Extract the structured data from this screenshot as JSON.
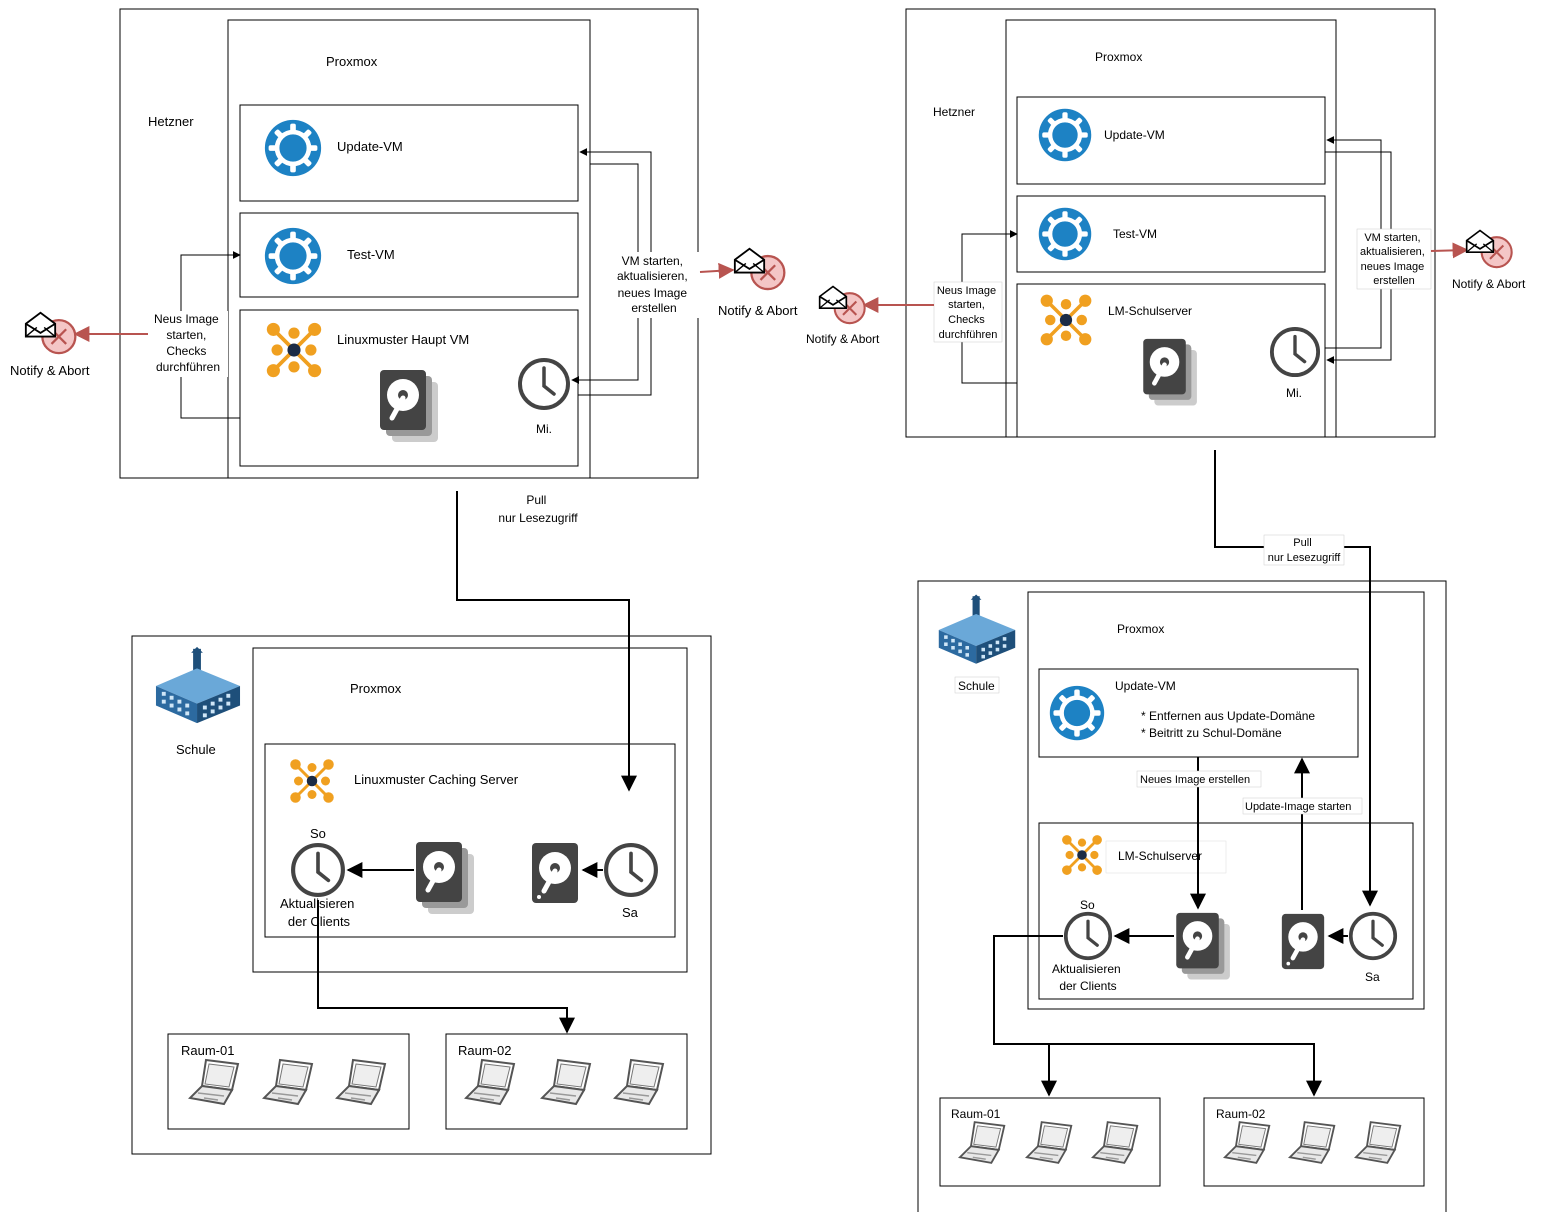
{
  "left": {
    "hetzner": "Hetzner",
    "proxmox": "Proxmox",
    "update_vm": "Update-VM",
    "test_vm": "Test-VM",
    "main_vm": "Linuxmuster Haupt VM",
    "clock_label": "Mi.",
    "vm_start_label": [
      "VM starten,",
      "aktualisieren,",
      "neues Image",
      "erstellen"
    ],
    "checks_label": [
      "Neus Image",
      "starten,",
      "Checks",
      "durchführen"
    ],
    "notify_left": "Notify & Abort",
    "notify_mid": "Notify & Abort",
    "pull_label": [
      "Pull",
      "nur Lesezugriff"
    ],
    "school": "Schule",
    "school_proxmox": "Proxmox",
    "caching_server": "Linuxmuster Caching Server",
    "so": "So",
    "sa": "Sa",
    "update_clients": [
      "Aktualisieren",
      "der Clients"
    ],
    "room1": "Raum-01",
    "room2": "Raum-02"
  },
  "right": {
    "hetzner": "Hetzner",
    "proxmox": "Proxmox",
    "update_vm": "Update-VM",
    "test_vm": "Test-VM",
    "main_vm": "LM-Schulserver",
    "clock_label": "Mi.",
    "vm_start_label": [
      "VM starten,",
      "aktualisieren,",
      "neues Image",
      "erstellen"
    ],
    "checks_label": [
      "Neus Image",
      "starten,",
      "Checks",
      "durchführen"
    ],
    "notify_left": "Notify & Abort",
    "notify_right": "Notify & Abort",
    "pull_label": [
      "Pull",
      "nur Lesezugriff"
    ],
    "school": "Schule",
    "school_proxmox": "Proxmox",
    "school_update_vm": "Update-VM",
    "school_update_notes": [
      "* Entfernen aus Update-Domäne",
      "* Beitritt zu Schul-Domäne"
    ],
    "new_image": "Neues Image erstellen",
    "start_update_image": "Update-Image starten",
    "school_server": "LM-Schulserver",
    "so": "So",
    "sa": "Sa",
    "update_clients": [
      "Aktualisieren",
      "der Clients"
    ],
    "room1": "Raum-01",
    "room2": "Raum-02"
  },
  "colors": {
    "kde_blue": "#1d82c4",
    "linuxmuster_orange": "#f0a020",
    "notify_red": "#b85450",
    "disk_gray": "#444444",
    "building_blue": "#2c6aa0"
  }
}
